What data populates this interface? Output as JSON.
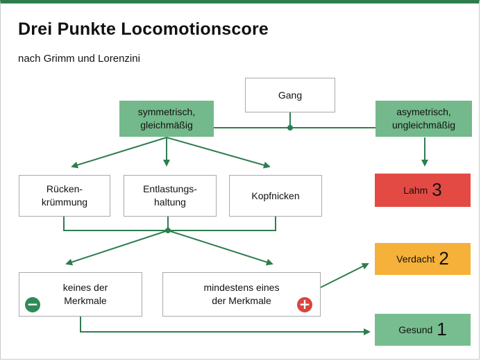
{
  "title": "Drei Punkte Locomotionscore",
  "subtitle": "nach Grimm und Lorenzini",
  "nodes": {
    "gang": "Gang",
    "symmetrisch": [
      "symmetrisch,",
      "gleichmäßig"
    ],
    "asymetrisch": [
      "asymetrisch,",
      "ungleichmäßig"
    ],
    "ruecken": [
      "Rücken-",
      "krümmung"
    ],
    "entlastung": [
      "Entlastungs-",
      "haltung"
    ],
    "kopfnicken": "Kopfnicken",
    "keines": [
      "keines der",
      "Merkmale"
    ],
    "mindestens": [
      "mindestens eines",
      "der Merkmale"
    ],
    "lahm": {
      "label": "Lahm",
      "score": "3"
    },
    "verdacht": {
      "label": "Verdacht",
      "score": "2"
    },
    "gesund": {
      "label": "Gesund",
      "score": "1"
    }
  },
  "signs": {
    "minus": "−",
    "plus": "+"
  },
  "colors": {
    "accent_green": "#2e7d4f",
    "box_green": "#74b98b",
    "lahm_red": "#e34a44",
    "verdacht_orange": "#f6b13b",
    "gesund_green": "#78bd8f"
  }
}
